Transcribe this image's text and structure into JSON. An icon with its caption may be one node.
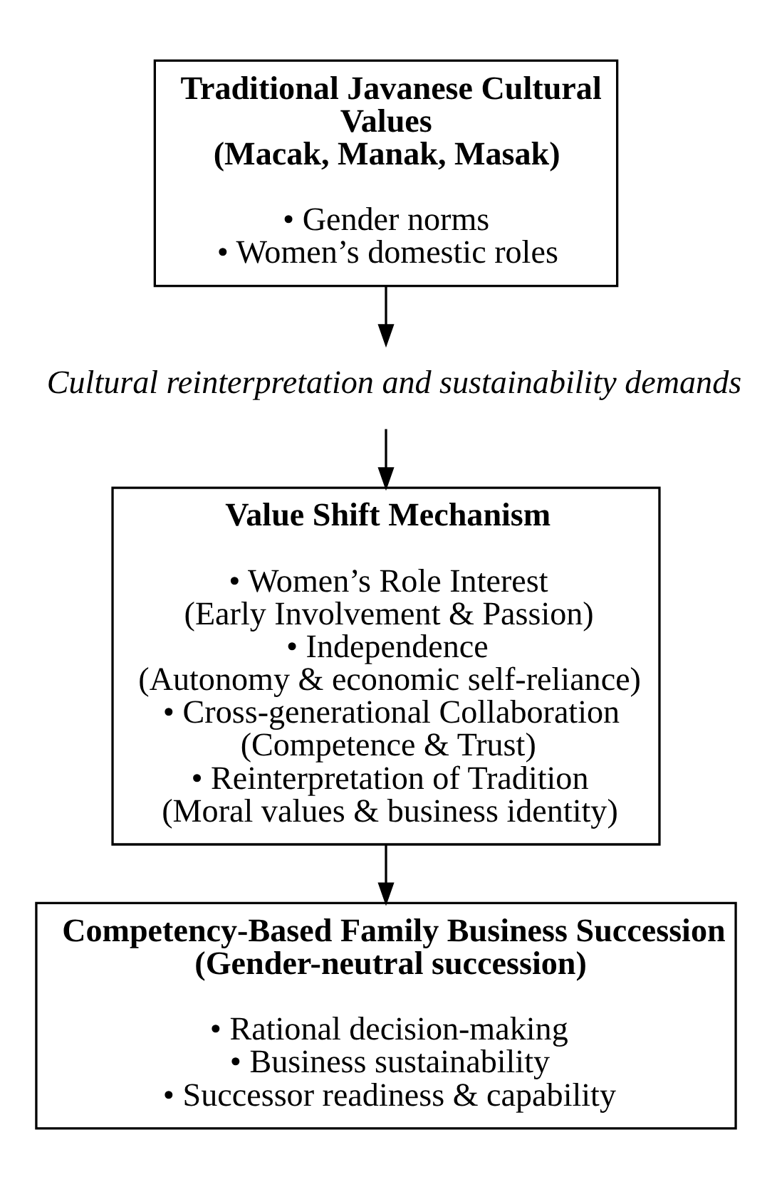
{
  "diagram": {
    "nodes": [
      {
        "text": [
          "Traditional Javanese Cultural Values (Macak, Manak, Masak)",
          "• Gender norms",
          "• Women’s domestic roles"
        ]
      },
      {
        "text": [
          "Cultural reinterpretation and sustainability demands"
        ]
      },
      {
        "text": [
          "Value Shift Mechanism",
          "• Women’s Role Interest (Early Involvement & Passion)",
          "• Independence (Autonomy & economic self-reliance)",
          "• Cross-generational Collaboration (Competence & Trust)",
          "• Reinterpretation of Tradition (Moral values & business identity)"
        ]
      },
      {
        "text": [
          "Competency-Based Family Business Succession (Gender-neutral succession)",
          "• Rational decision-making",
          "• Business sustainability",
          "• Successor readiness & capability"
        ]
      }
    ],
    "edges": [
      {
        "from": 0,
        "to": 1,
        "arrow": "to"
      },
      {
        "from": 1,
        "to": 2,
        "arrow": "to"
      },
      {
        "from": 2,
        "to": 3,
        "arrow": "to"
      }
    ]
  }
}
